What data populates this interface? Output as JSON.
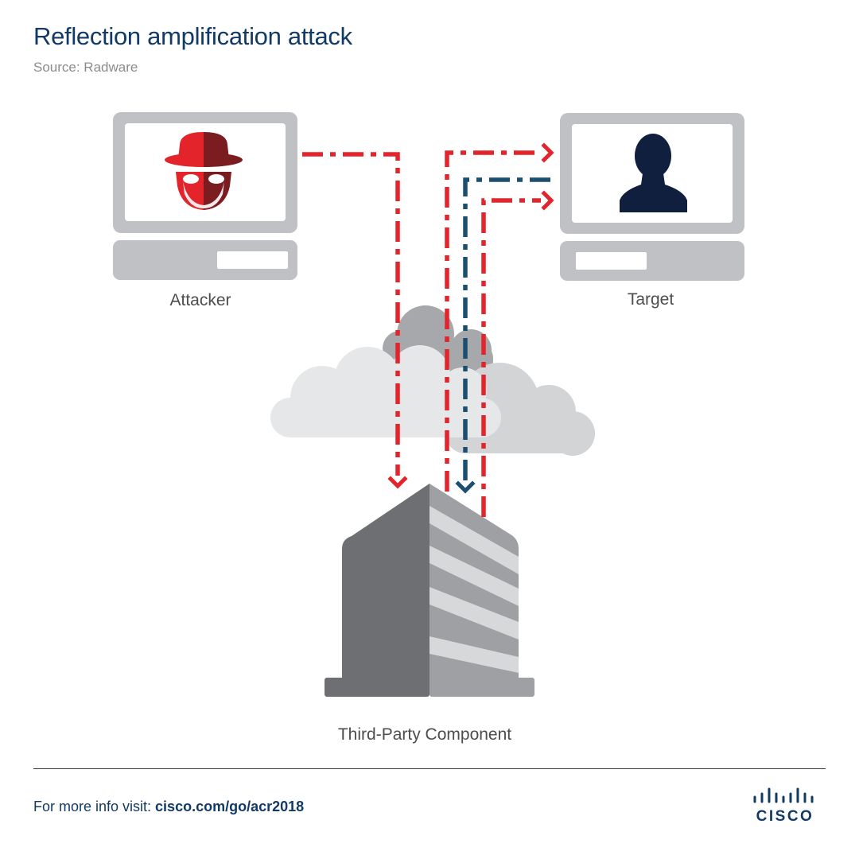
{
  "title": "Reflection amplification attack",
  "source": "Source: Radware",
  "nodes": {
    "attacker": "Attacker",
    "target": "Target",
    "server": "Third-Party Component"
  },
  "footer": {
    "prefix": "For more info visit: ",
    "link": "cisco.com/go/acr2018"
  },
  "logo": {
    "word": "CISCO"
  },
  "colors": {
    "attack_red": "#e3242b",
    "dark_red": "#7a1c20",
    "navy": "#0f1f3d",
    "teal_blue": "#1c4f6e",
    "device_gray": "#c0c1c4",
    "building_dark": "#6e6f72",
    "building_light": "#9fa0a3",
    "title_blue": "#123a66"
  },
  "icons": [
    "attacker-monitor-icon",
    "hacker-icon",
    "target-monitor-icon",
    "user-silhouette-icon",
    "cloud-icon",
    "server-building-icon",
    "cisco-logo-icon"
  ]
}
